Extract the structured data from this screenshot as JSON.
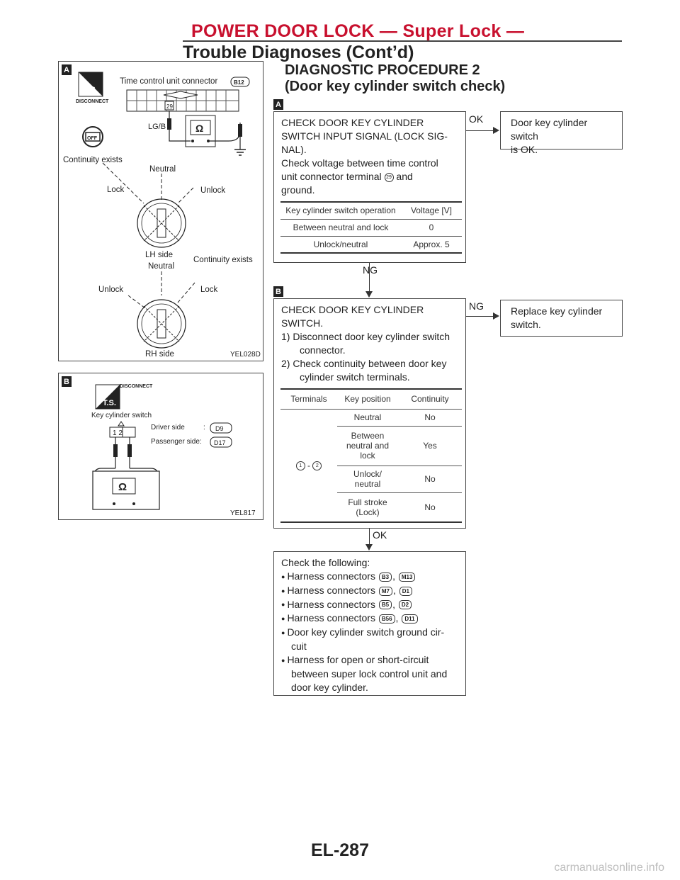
{
  "header": {
    "title": "POWER DOOR LOCK — Super Lock —",
    "subtitle": "Trouble Diagnoses (Cont’d)"
  },
  "procedure": {
    "title_line1": "DIAGNOSTIC PROCEDURE 2",
    "title_line2": "(Door key cylinder switch check)"
  },
  "marks": {
    "a": "A",
    "b": "B"
  },
  "diagram_a": {
    "connector_label": "Time control unit connector",
    "connector_code": "B12",
    "terminal": "29",
    "wire": "LG/B",
    "ohm": "Ω",
    "off": "OFF",
    "disconnect": "DISCONNECT",
    "ts": "T.S.",
    "continuity_left": "Continuity exists",
    "neutral_top": "Neutral",
    "lock_left": "Lock",
    "unlock_right": "Unlock",
    "lh_side": "LH side",
    "neutral_mid": "Neutral",
    "continuity_right": "Continuity exists",
    "unlock_left": "Unlock",
    "lock_right": "Lock",
    "rh_side": "RH side",
    "figure_id": "YEL028D"
  },
  "diagram_b": {
    "disconnect": "DISCONNECT",
    "ts": "T.S.",
    "key_cylinder_switch": "Key cylinder switch",
    "pins": "1 2",
    "driver_side": "Driver side",
    "colon": ":",
    "driver_code": "D9",
    "passenger_side": "Passenger side:",
    "passenger_code": "D17",
    "ohm": "Ω",
    "figure_id": "YEL817"
  },
  "step_a": {
    "lines": [
      "CHECK DOOR KEY CYLINDER",
      "SWITCH INPUT SIGNAL (LOCK SIG-",
      "NAL).",
      "Check voltage between time control"
    ],
    "terminal_pre": "unit connector terminal",
    "terminal_num": "29",
    "terminal_post": "and",
    "last_line": "ground.",
    "table": {
      "headers": [
        "Key cylinder switch operation",
        "Voltage [V]"
      ],
      "rows": [
        [
          "Between neutral and lock",
          "0"
        ],
        [
          "Unlock/neutral",
          "Approx. 5"
        ]
      ]
    }
  },
  "result_a": {
    "ok_label": "OK",
    "ok_text": [
      "Door key cylinder switch",
      "is OK."
    ],
    "ng_label": "NG"
  },
  "step_b": {
    "lines": [
      "CHECK DOOR KEY CYLINDER",
      "SWITCH.",
      "1) Disconnect door key cylinder switch",
      "connector.",
      "2) Check continuity between door key",
      "cylinder switch terminals."
    ],
    "table": {
      "headers": [
        "Terminals",
        "Key position",
        "Continuity"
      ],
      "terminal_a": "1",
      "terminal_sep": "-",
      "terminal_b": "2",
      "rows": [
        [
          "Neutral",
          "No"
        ],
        [
          "Between neutral and lock",
          "Yes"
        ],
        [
          "Unlock/ neutral",
          "No"
        ],
        [
          "Full stroke (Lock)",
          "No"
        ]
      ]
    }
  },
  "result_b": {
    "ng_label": "NG",
    "ng_text": [
      "Replace key cylinder",
      "switch."
    ],
    "ok_label": "OK"
  },
  "step_c": {
    "title": "Check the following:",
    "bullet": "●",
    "sep": ",",
    "harness_label": "Harness connectors",
    "harness": [
      [
        "B3",
        "M13"
      ],
      [
        "M7",
        "D1"
      ],
      [
        "B5",
        "D2"
      ],
      [
        "B56",
        "D11"
      ]
    ],
    "items": [
      "Door key cylinder switch ground cir-",
      "cuit",
      "Harness for open or short-circuit",
      "between super lock control unit and",
      "door key cylinder."
    ]
  },
  "footer": {
    "page": "EL-287",
    "watermark": "carmanualsonline.info"
  }
}
